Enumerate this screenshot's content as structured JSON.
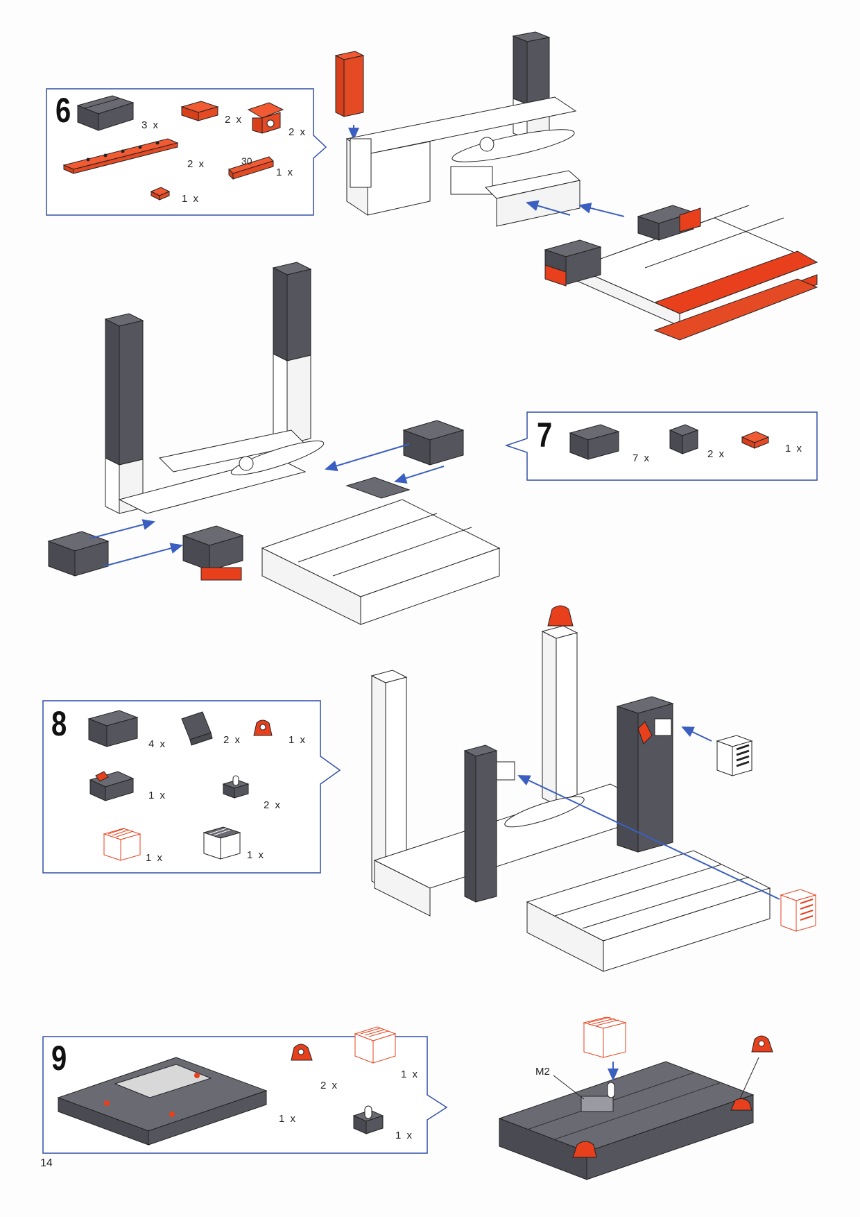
{
  "page_number": "14",
  "steps": [
    {
      "number": "6",
      "parts": [
        {
          "icon": "dark-building-block-icon",
          "qty": "3 x"
        },
        {
          "icon": "red-connector-piece-icon",
          "qty": "2 x"
        },
        {
          "icon": "red-angle-block-icon",
          "qty": "2 x"
        },
        {
          "icon": "red-long-plate-icon",
          "qty": "2 x"
        },
        {
          "icon": "red-rod-30-icon",
          "qty": "1 x",
          "label": "30"
        },
        {
          "icon": "red-small-clip-icon",
          "qty": "1 x"
        }
      ]
    },
    {
      "number": "7",
      "parts": [
        {
          "icon": "dark-building-block-icon",
          "qty": "7 x"
        },
        {
          "icon": "dark-small-block-icon",
          "qty": "2 x"
        },
        {
          "icon": "red-flat-tab-icon",
          "qty": "1 x"
        }
      ]
    },
    {
      "number": "8",
      "parts": [
        {
          "icon": "dark-building-block-icon",
          "qty": "4 x"
        },
        {
          "icon": "dark-angled-block-icon",
          "qty": "2 x"
        },
        {
          "icon": "red-hinge-piece-icon",
          "qty": "1 x"
        },
        {
          "icon": "switch-block-icon",
          "qty": "1 x"
        },
        {
          "icon": "lamp-socket-icon",
          "qty": "2 x"
        },
        {
          "icon": "red-light-cap-icon",
          "qty": "1 x"
        },
        {
          "icon": "dark-light-cap-icon",
          "qty": "1 x"
        }
      ]
    },
    {
      "number": "9",
      "parts": [
        {
          "icon": "controller-base-icon",
          "qty": "1 x"
        },
        {
          "icon": "red-hinge-piece-icon",
          "qty": "2 x"
        },
        {
          "icon": "red-light-cap-icon",
          "qty": "1 x"
        },
        {
          "icon": "lamp-socket-icon",
          "qty": "1 x"
        }
      ]
    }
  ],
  "annotations": {
    "m2_label": "M2"
  },
  "colors": {
    "dark_part": "#4a4a52",
    "red_part": "#e8401c",
    "arrow_blue": "#3a5fc0",
    "box_border": "#2f4fa8"
  }
}
